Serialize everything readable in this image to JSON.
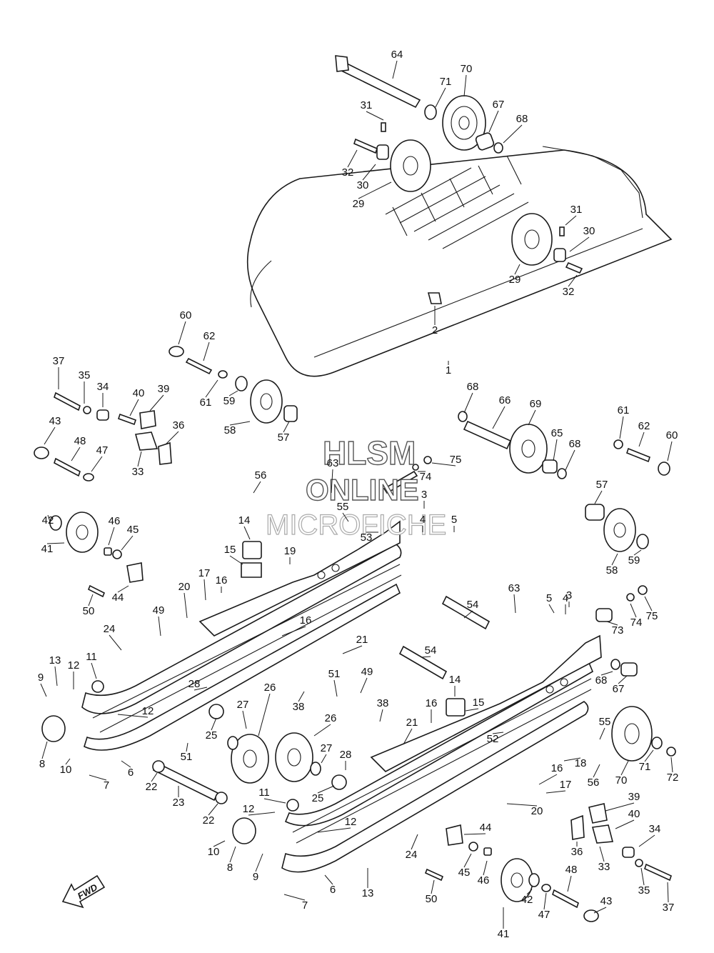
{
  "watermark": {
    "line1": "HLSM",
    "line2": "ONLINE",
    "line3": "MICROFICHE"
  },
  "direction_label": "FWD",
  "callouts": [
    "1",
    "2",
    "3",
    "4",
    "5",
    "6",
    "7",
    "8",
    "9",
    "10",
    "11",
    "12",
    "13",
    "14",
    "15",
    "16",
    "17",
    "18",
    "19",
    "20",
    "21",
    "22",
    "23",
    "24",
    "25",
    "26",
    "27",
    "28",
    "29",
    "30",
    "31",
    "32",
    "33",
    "34",
    "35",
    "36",
    "37",
    "38",
    "39",
    "40",
    "41",
    "42",
    "43",
    "44",
    "45",
    "46",
    "47",
    "48",
    "49",
    "50",
    "51",
    "52",
    "53",
    "54",
    "55",
    "56",
    "57",
    "58",
    "59",
    "60",
    "61",
    "62",
    "63",
    "64",
    "65",
    "66",
    "67",
    "68",
    "69",
    "70",
    "71",
    "72",
    "73",
    "74",
    "75"
  ]
}
